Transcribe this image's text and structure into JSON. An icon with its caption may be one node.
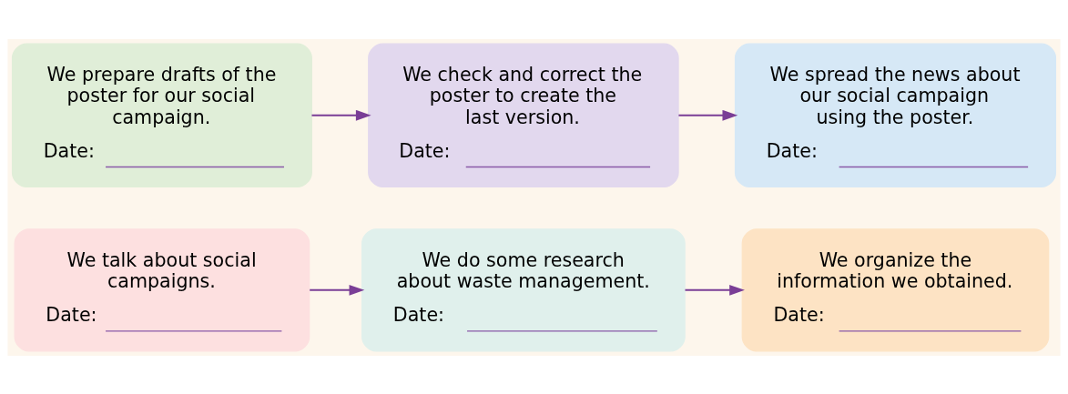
{
  "diagram": {
    "nodes": [
      {
        "text": [
          "We talk about social campaigns.",
          "Date:"
        ]
      },
      {
        "text": [
          "We do some research about waste management.",
          "Date:"
        ]
      },
      {
        "text": [
          "We organize the information we obtained.",
          "Date:"
        ]
      },
      {
        "text": [
          "We prepare drafts of the poster for our social campaign.",
          "Date:"
        ]
      },
      {
        "text": [
          "We check and correct the poster to create the last version.",
          "Date:"
        ]
      },
      {
        "text": [
          "We spread the news about our social campaign using the poster.",
          "Date:"
        ]
      }
    ],
    "edges": [
      {
        "from": 0,
        "to": 1,
        "arrow": "to"
      },
      {
        "from": 1,
        "to": 2,
        "arrow": "to"
      },
      {
        "from": 3,
        "to": 4,
        "arrow": "to"
      },
      {
        "from": 4,
        "to": 5,
        "arrow": "to"
      }
    ]
  }
}
